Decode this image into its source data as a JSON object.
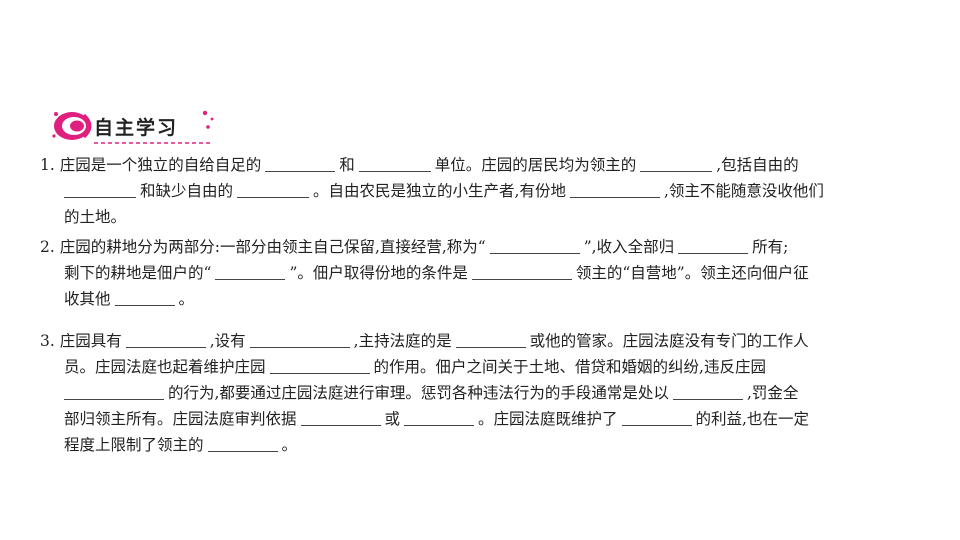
{
  "header": {
    "title": "自主学习"
  },
  "questions": [
    {
      "lines": [
        [
          "1. 庄园是一个独立的自给自足的",
          "和",
          "单位。庄园的居民均为领主的",
          ",包括自由的"
        ],
        [
          "",
          "和缺少自由的",
          "。自由农民是独立的小生产者,有份地",
          ",领主不能随意没收他们"
        ],
        [
          "的土地。"
        ]
      ]
    },
    {
      "lines": [
        [
          "2. 庄园的耕地分为两部分:一部分由领主自己保留,直接经营,称为“",
          "”,收入全部归",
          "所有;"
        ],
        [
          "剩下的耕地是佃户的“",
          "”。佃户取得份地的条件是",
          "领主的“自营地”。领主还向佃户征"
        ],
        [
          "收其他",
          "。"
        ]
      ]
    },
    {
      "lines": [
        [
          "3. 庄园具有",
          ",设有",
          ",主持法庭的是",
          "或他的管家。庄园法庭没有专门的工作人"
        ],
        [
          "员。庄园法庭也起着维护庄园",
          "的作用。佃户之间关于土地、借贷和婚姻的纠纷,违反庄园"
        ],
        [
          "",
          "的行为,都要通过庄园法庭进行审理。惩罚各种违法行为的手段通常是处以",
          ",罚金全"
        ],
        [
          "部归领主所有。庄园法庭审判依据",
          "或",
          "。庄园法庭既维护了",
          "的利益,也在一定"
        ],
        [
          "程度上限制了领主的",
          "。"
        ]
      ]
    }
  ],
  "colors": {
    "accent": "#e0207e",
    "text": "#222222"
  }
}
